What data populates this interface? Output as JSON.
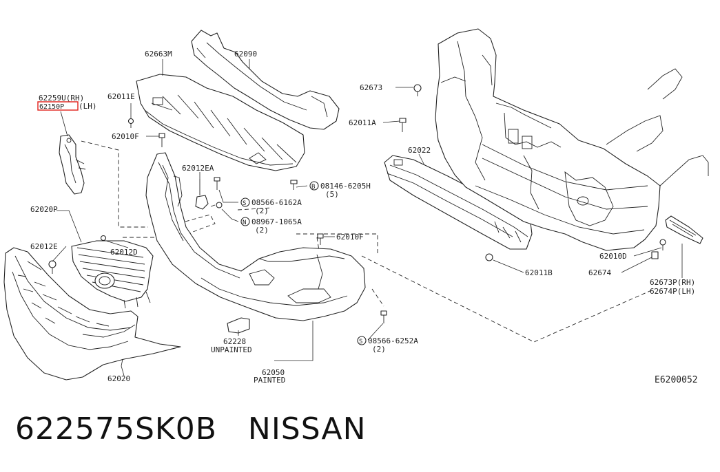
{
  "labels": {
    "p62663M": "62663M",
    "p62090": "62090",
    "p62259U": "62259U(RH)",
    "p62150P": "62150P",
    "p62150P_side": "(LH)",
    "p62011E": "62011E",
    "p62010F_top": "62010F",
    "p62012EA": "62012EA",
    "p62673": "62673",
    "p62011A": "62011A",
    "p62022": "62022",
    "p08146": "08146-6205H",
    "p08146_qty": "(5)",
    "p08566_6162A": "08566-6162A",
    "p08566_6162A_qty": "(2)",
    "p08967": "08967-1065A",
    "p08967_qty": "(2)",
    "p62020P": "62020P",
    "p62012E": "62012E",
    "p62012D": "62012D",
    "p62010F_mid": "62010F",
    "p62010D": "62010D",
    "p62011B": "62011B",
    "p62674": "62674",
    "p62673P": "62673P(RH)",
    "p62674P": "62674P(LH)",
    "p62228": "62228",
    "p62228_note": "UNPAINTED",
    "p08566_6252A": "08566-6252A",
    "p08566_6252A_qty": "(2)",
    "p62050": "62050",
    "p62050_note": "PAINTED",
    "p62020": "62020",
    "drawing_id": "E6200052"
  },
  "circle_marks": {
    "b": "B",
    "s1": "S",
    "n": "N",
    "s2": "S"
  },
  "caption": {
    "part_number": "622575SK0B",
    "brand": "NISSAN"
  },
  "highlight_color": "#e0201a"
}
